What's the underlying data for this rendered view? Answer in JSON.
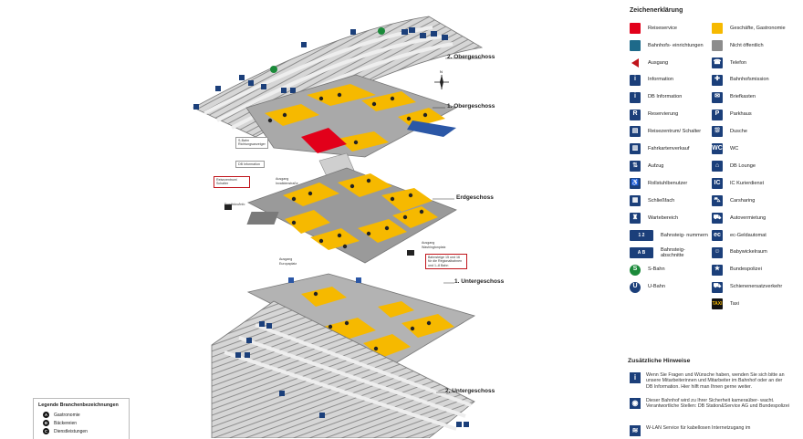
{
  "floors": {
    "obergeschoss2": "2. Obergeschoss",
    "obergeschoss1": "1. Obergeschoss",
    "erdgeschoss": "Erdgeschoss",
    "untergeschoss1": "1. Untergeschoss",
    "untergeschoss2": "2. Untergeschoss"
  },
  "map_labels": {
    "sbahn_note": "S-Bahn Richtungsanzeiger",
    "db_info": "DB Information",
    "reisezentrum": "Reisezentrum/ Schalter",
    "fundbuero": "Fundbüro/Info",
    "ausgang1": "Ausgang",
    "ausgang1_sub": "Invalidenstraße",
    "ausgang2": "Ausgang",
    "ausgang2_sub": "Washingtonplatz",
    "ausgang3": "Ausgang",
    "ausgang3_sub": "Europaplatz",
    "bahn_note": "Bahnsteige 15 und 16 für die Regionalbahnen und 1–8 Bahn"
  },
  "legend": {
    "title": "Zeichenerklärung",
    "items_left": [
      {
        "label": "Reiseservice",
        "icon": "red-square",
        "color": "#e2001a"
      },
      {
        "label": "Bahnhofs- einrichtungen",
        "icon": "teal-square",
        "color": "#1e6a8a"
      },
      {
        "label": "Ausgang",
        "icon": "exit-arrow",
        "color": "#c0141b"
      },
      {
        "label": "Information",
        "icon": "info-icon",
        "glyph": "i"
      },
      {
        "label": "DB Information",
        "icon": "db-info-icon",
        "glyph": "i"
      },
      {
        "label": "Reservierung",
        "icon": "reservation-icon",
        "glyph": "R"
      },
      {
        "label": "Reisezentrum/ Schalter",
        "icon": "travel-center-icon",
        "glyph": "▤"
      },
      {
        "label": "Fahrkartenverkauf",
        "icon": "ticket-icon",
        "glyph": "▥"
      },
      {
        "label": "Aufzug",
        "icon": "elevator-icon",
        "glyph": "⇅"
      },
      {
        "label": "Rollstuhlbenutzer",
        "icon": "wheelchair-icon",
        "glyph": "♿"
      },
      {
        "label": "Schließfach",
        "icon": "locker-icon",
        "glyph": "▦"
      },
      {
        "label": "Wartebereich",
        "icon": "waiting-icon",
        "glyph": "♜"
      },
      {
        "label": "Bahnsteig- nummern",
        "icon": "platform-number-icon",
        "glyph": "1 2"
      },
      {
        "label": "Bahnsteig- abschnitte",
        "icon": "platform-section-icon",
        "glyph": "A B"
      },
      {
        "label": "S-Bahn",
        "icon": "sbahn-icon",
        "glyph": "S"
      },
      {
        "label": "U-Bahn",
        "icon": "ubahn-icon",
        "glyph": "U"
      }
    ],
    "items_right": [
      {
        "label": "Geschäfte, Gastronomie",
        "icon": "yellow-square",
        "color": "#f6b900"
      },
      {
        "label": "Nicht öffentlich",
        "icon": "gray-square",
        "color": "#8c8c8c"
      },
      {
        "label": "Telefon",
        "icon": "phone-icon",
        "glyph": "☎"
      },
      {
        "label": "Bahnhofsmission",
        "icon": "mission-icon",
        "glyph": "✚"
      },
      {
        "label": "Briefkasten",
        "icon": "mailbox-icon",
        "glyph": "✉"
      },
      {
        "label": "Parkhaus",
        "icon": "parking-icon",
        "glyph": "P"
      },
      {
        "label": "Dusche",
        "icon": "shower-icon",
        "glyph": "⛆"
      },
      {
        "label": "WC",
        "icon": "wc-icon",
        "glyph": "WC"
      },
      {
        "label": "DB Lounge",
        "icon": "lounge-icon",
        "glyph": "⌂"
      },
      {
        "label": "IC Kurierdienst",
        "icon": "courier-icon",
        "glyph": "IC"
      },
      {
        "label": "Carsharing",
        "icon": "carsharing-icon",
        "glyph": "⛍"
      },
      {
        "label": "Autovermietung",
        "icon": "car-rental-icon",
        "glyph": "⛟"
      },
      {
        "label": "ec-Geldautomat",
        "icon": "atm-icon",
        "glyph": "ec"
      },
      {
        "label": "Babywickelraum",
        "icon": "baby-icon",
        "glyph": "☺"
      },
      {
        "label": "Bundespolizei",
        "icon": "police-icon",
        "glyph": "★"
      },
      {
        "label": "Schienenersatzverkehr",
        "icon": "bus-replacement-icon",
        "glyph": "⛟"
      },
      {
        "label": "Taxi",
        "icon": "taxi-icon",
        "glyph": "TAXI"
      }
    ]
  },
  "notes": {
    "title": "Zusätzliche Hinweise",
    "items": [
      "Wenn Sie Fragen und Wünsche haben, wenden Sie sich bitte an unsere Mitarbeiterinnen und Mitarbeiter im Bahnhof oder an der DB Information. Hier hilft man Ihnen gerne weiter.",
      "Dieser Bahnhof wird zu Ihrer Sicherheit kameraüber- wacht. Verantwortliche Stellen: DB Station&Service AG und Bundespolizei",
      "W-LAN Service für kabellosen Internetzugang im"
    ]
  },
  "branch_legend": {
    "title": "Legende Branchenbezeichnungen",
    "items": [
      {
        "code": "A",
        "label": "Gastronomie"
      },
      {
        "code": "B",
        "label": "Bäckereien"
      },
      {
        "code": "C",
        "label": "Dienstleistungen"
      }
    ]
  },
  "colors": {
    "shops": "#f6b900",
    "travel": "#e2001a",
    "facilities": "#1e6a8a",
    "navy": "#1b3f7a",
    "platform": "#c8c8c8",
    "floor": "#9a9a9a"
  }
}
